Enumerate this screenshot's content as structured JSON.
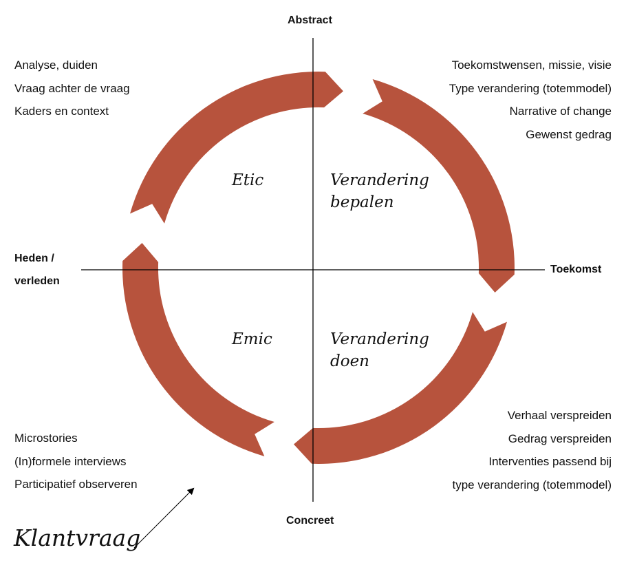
{
  "colors": {
    "cycle_arrow": "#b7533d",
    "axis_line": "#000000",
    "text": "#111111",
    "background": "#ffffff"
  },
  "axes": {
    "top": "Abstract",
    "bottom": "Concreet",
    "left": [
      "Heden /",
      "verleden"
    ],
    "right": "Toekomst"
  },
  "quadrants": {
    "top_left": [
      "Etic"
    ],
    "top_right": [
      "Verandering",
      "bepalen"
    ],
    "bottom_left": [
      "Emic"
    ],
    "bottom_right": [
      "Verandering",
      "doen"
    ]
  },
  "notes": {
    "top_left": [
      "Analyse, duiden",
      "Vraag achter de vraag",
      "Kaders en context"
    ],
    "top_right": [
      "Toekomstwensen, missie, visie",
      "Type verandering (totemmodel)",
      "Narrative of change",
      "Gewenst gedrag"
    ],
    "bottom_left": [
      "Microstories",
      "(In)formele interviews",
      "Participatief observeren"
    ],
    "bottom_right": [
      "Verhaal verspreiden",
      "Gedrag verspreiden",
      "Interventies passend bij",
      "type verandering (totemmodel)"
    ]
  },
  "cycle": {
    "direction": "clockwise",
    "segments": [
      {
        "name": "segment-top-right",
        "from": "Abstract",
        "to": "Toekomst"
      },
      {
        "name": "segment-bottom-right",
        "from": "Toekomst",
        "to": "Concreet"
      },
      {
        "name": "segment-bottom-left",
        "from": "Concreet",
        "to": "Heden / verleden"
      },
      {
        "name": "segment-top-left",
        "from": "Heden / verleden",
        "to": "Abstract"
      }
    ]
  },
  "entry_point": {
    "label": "Klantvraag",
    "points_to": "bottom-left quadrant"
  }
}
